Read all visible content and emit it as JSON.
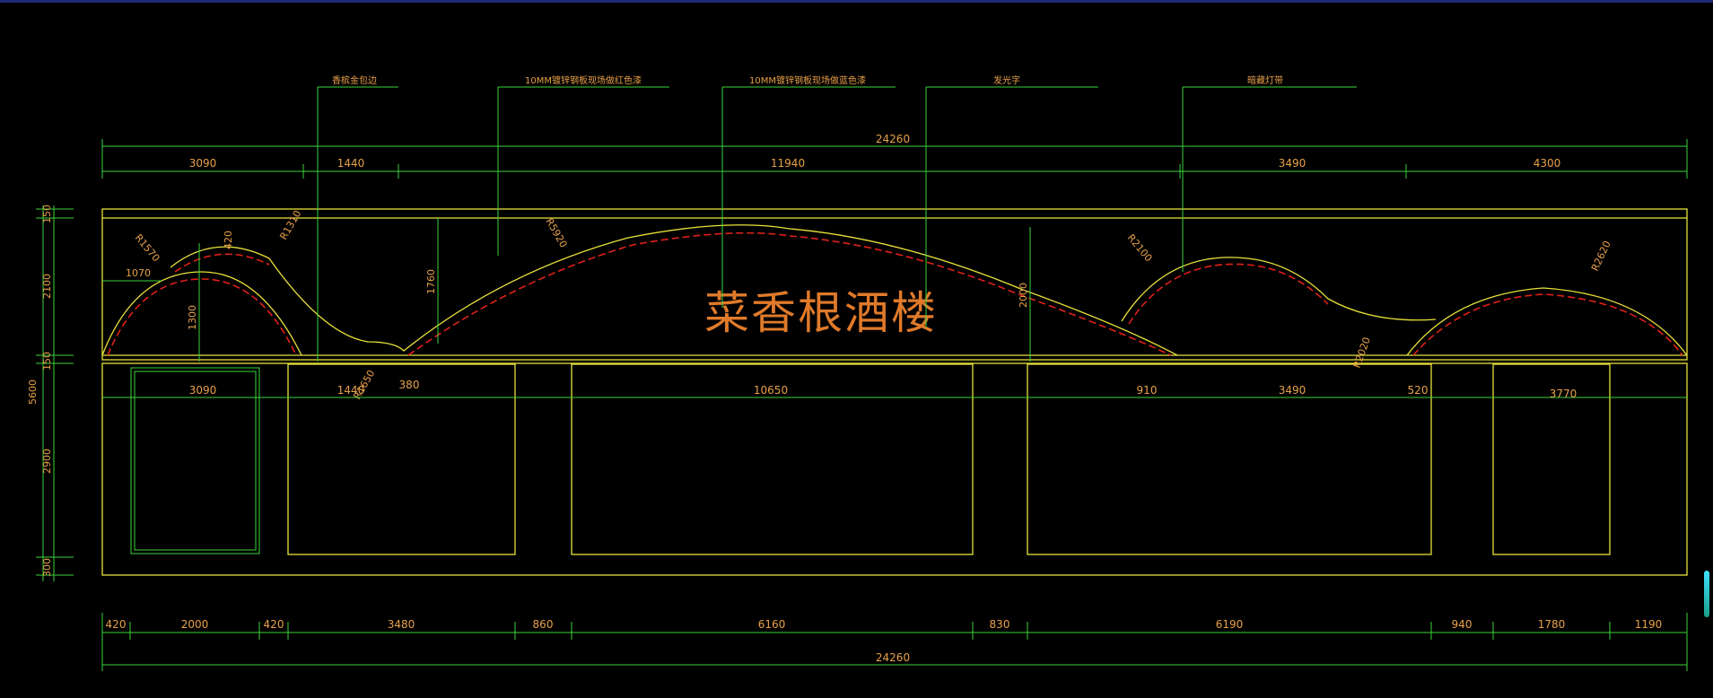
{
  "drawing": {
    "title_text": "菜香根酒楼",
    "callouts": [
      "香槟金包边",
      "10MM镀锌钢板现场做红色漆",
      "10MM镀锌钢板现场做蓝色漆",
      "发光字",
      "暗藏灯带"
    ],
    "top_overall": "24260",
    "top_segments": [
      "3090",
      "1440",
      "11940",
      "3490",
      "4300"
    ],
    "middle_segments": [
      "3090",
      "1440",
      "380",
      "10650",
      "910",
      "3490",
      "520",
      "3770"
    ],
    "bottom_segments": [
      "420",
      "2000",
      "420",
      "3480",
      "860",
      "6160",
      "830",
      "6190",
      "940",
      "1780",
      "1190"
    ],
    "bottom_overall": "24260",
    "vertical_overall": "5600",
    "vertical_segments": [
      "150",
      "2100",
      "150",
      "2900",
      "300"
    ],
    "radii": [
      "R1570",
      "R1310",
      "R5920",
      "R2100",
      "R2620",
      "R1650",
      "R2020"
    ],
    "inner_dims": [
      "420",
      "1070",
      "1300",
      "1760",
      "2000"
    ],
    "colors": {
      "background": "#000000",
      "dimension_lines": "#3ad43a",
      "outline": "#e8e23a",
      "dash_curve": "#e0201a",
      "text": "#e8a04a"
    }
  }
}
